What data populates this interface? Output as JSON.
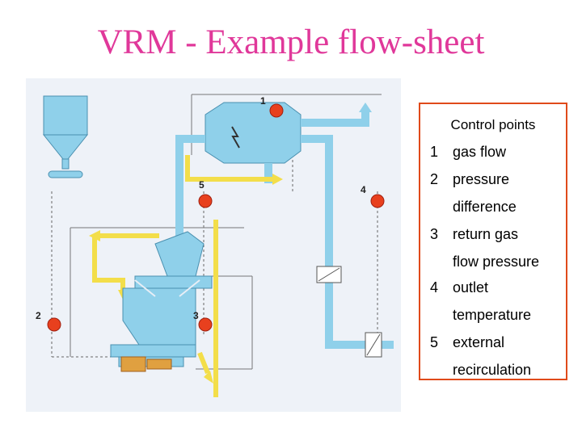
{
  "title": "VRM - Example flow-sheet",
  "diagram": {
    "point_labels": [
      "1",
      "2",
      "3",
      "4",
      "5"
    ]
  },
  "legend": {
    "title": "Control points",
    "items": [
      {
        "num": "1",
        "lines": [
          "gas flow"
        ]
      },
      {
        "num": "2",
        "lines": [
          "pressure",
          "difference"
        ]
      },
      {
        "num": "3",
        "lines": [
          "return gas",
          "flow pressure"
        ]
      },
      {
        "num": "4",
        "lines": [
          "outlet",
          "temperature"
        ]
      },
      {
        "num": "5",
        "lines": [
          "external",
          "recirculation"
        ]
      }
    ]
  },
  "colors": {
    "title": "#e0389a",
    "legend_border": "#e04a1a",
    "equipment": "#8fd0ea",
    "control_point": "#e8401e",
    "yellow_duct": "#f3de4a",
    "blue_duct": "#8fd0ea"
  }
}
